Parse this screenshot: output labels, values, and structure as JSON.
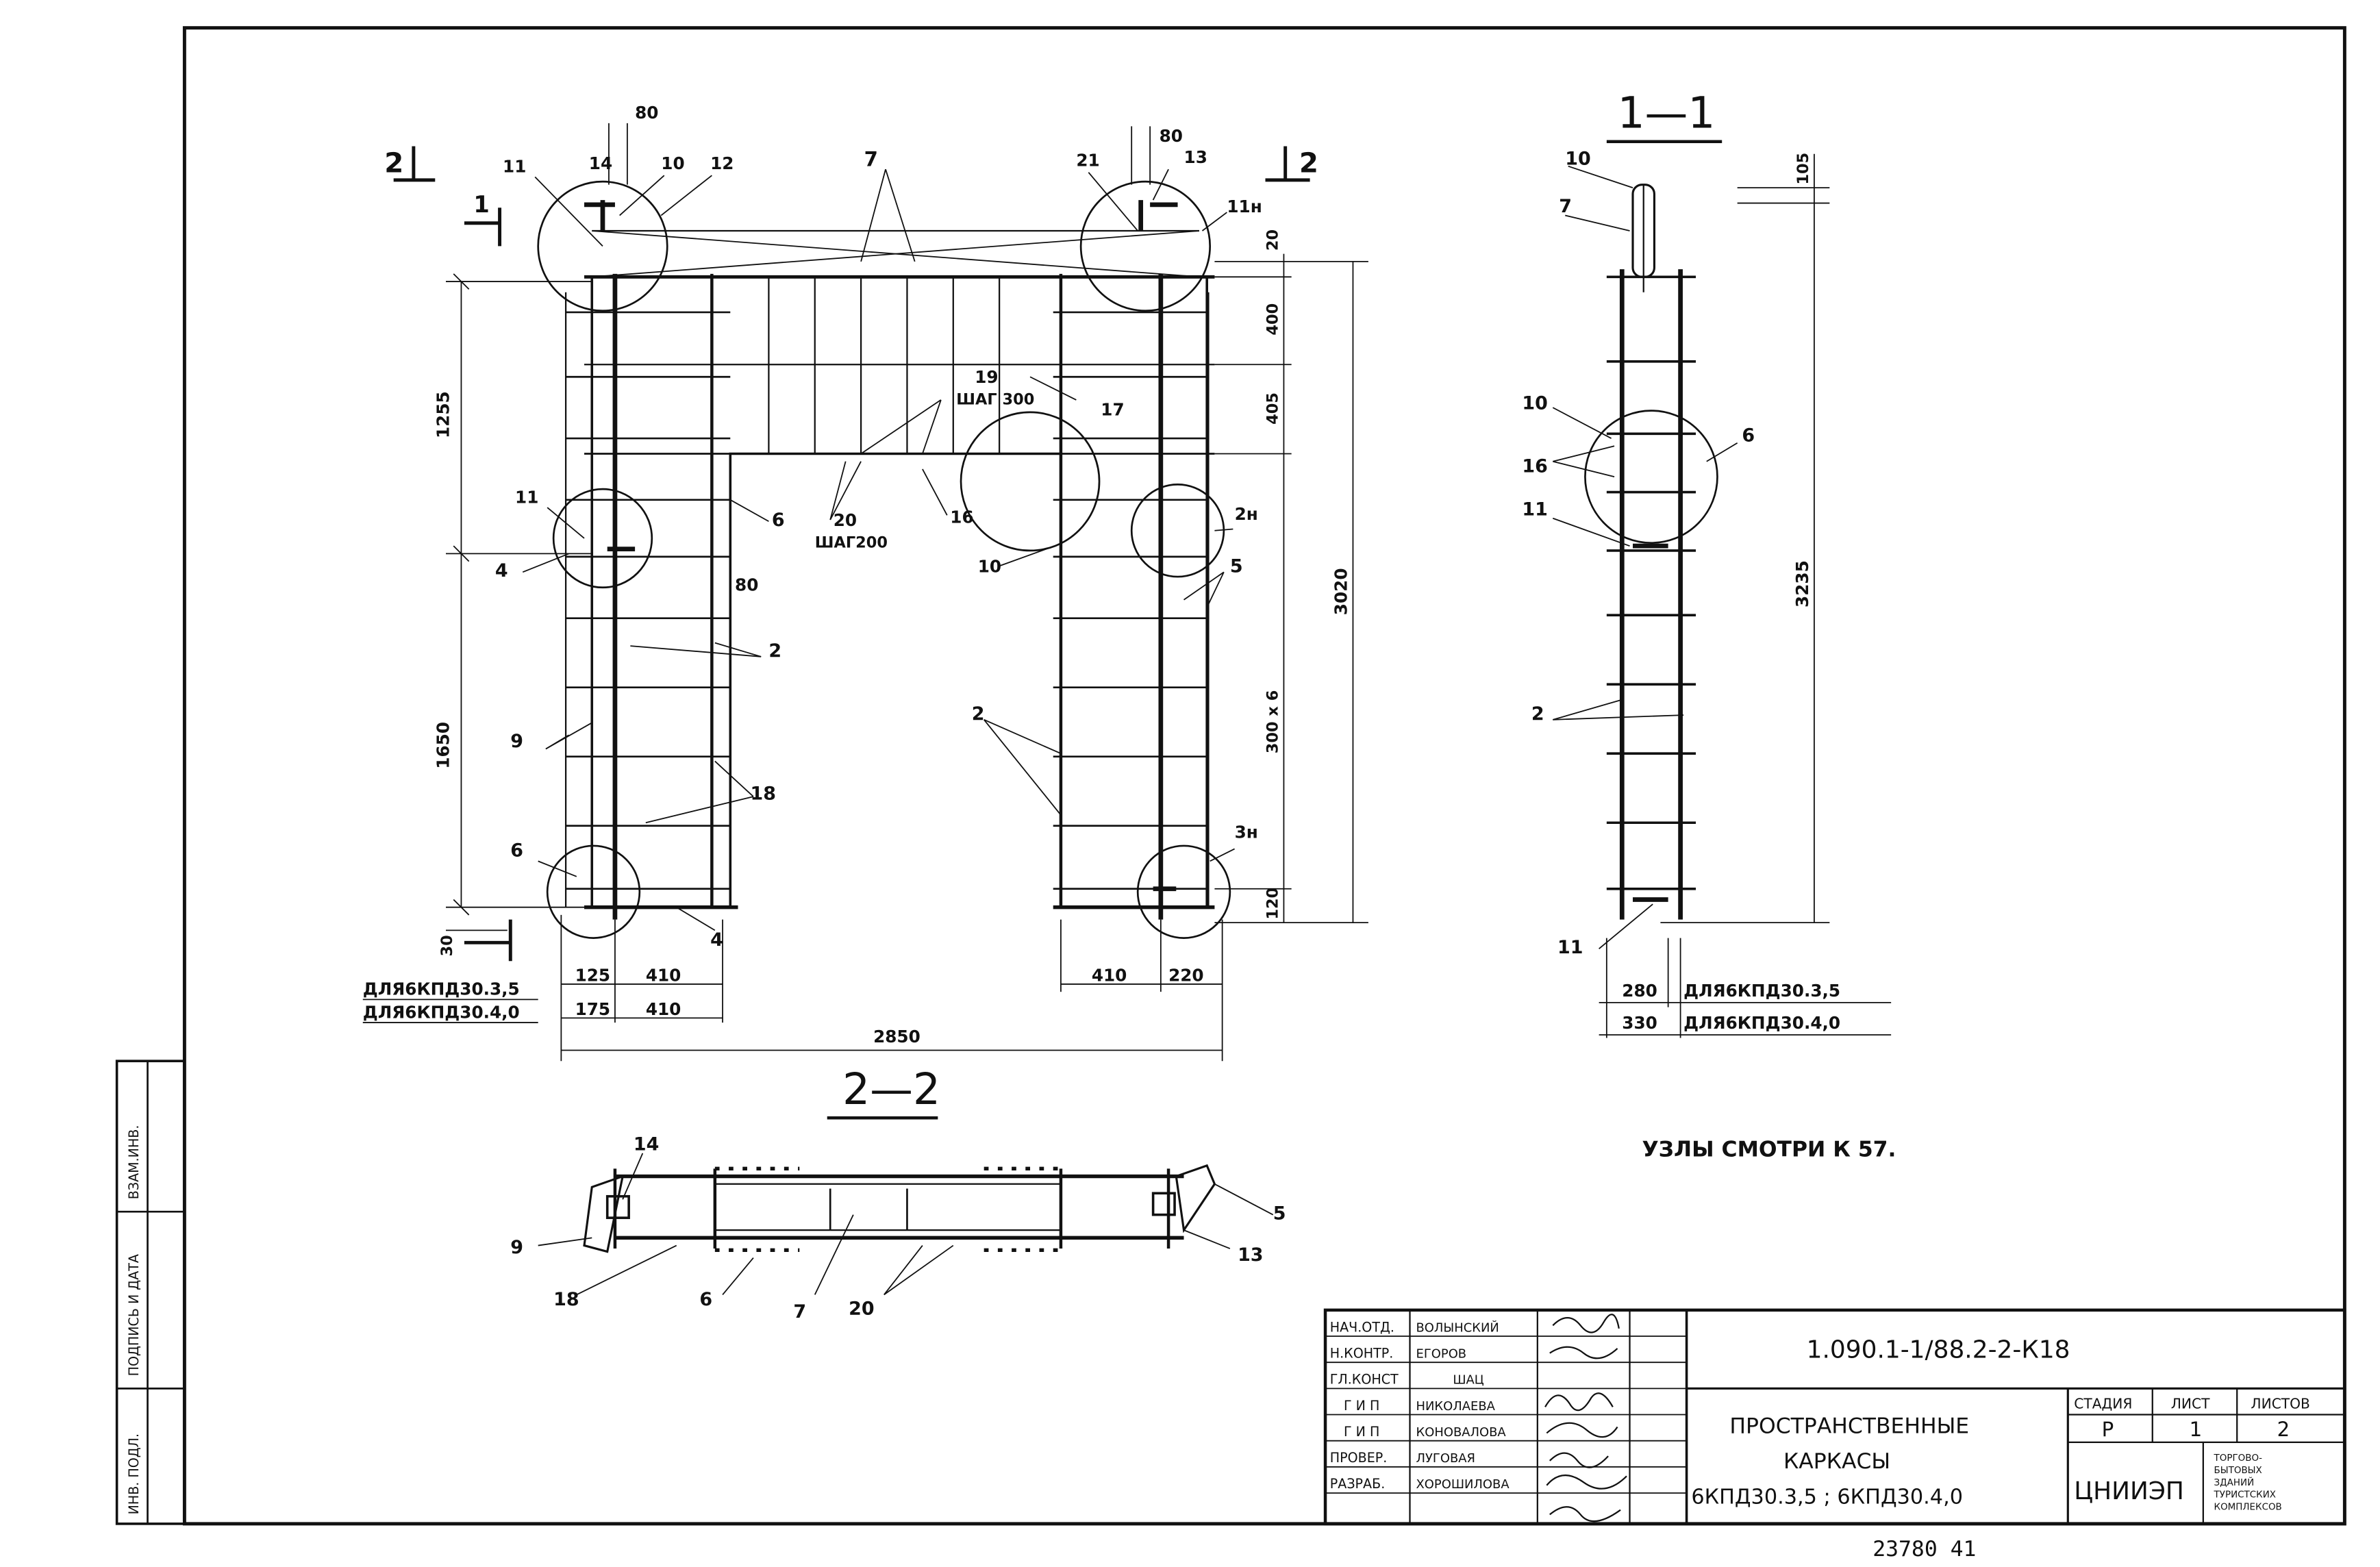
{
  "sections": {
    "s11": "1—1",
    "s22": "2—2",
    "cut1": "1",
    "cut2": "2"
  },
  "plan": {
    "dims": {
      "d80a": "80",
      "d80b": "80",
      "d80c": "80",
      "d1255": "1255",
      "d1650": "1650",
      "d30": "30",
      "d20": "20",
      "d400": "400",
      "d405": "405",
      "d300x6": "300 x 6",
      "d120": "120",
      "d3020": "3020",
      "d125": "125",
      "d175": "175",
      "d410a": "410",
      "d410b": "410",
      "d410c": "410",
      "d220": "220",
      "d2850": "2850",
      "step300": "ШАГ 300",
      "step200": "ШАГ200"
    },
    "labels": {
      "for35": "ДЛЯ6КПД30.3,5",
      "for40": "ДЛЯ6КПД30.4,0"
    },
    "callouts": {
      "c14": "14",
      "c11": "11",
      "c10": "10",
      "c12": "12",
      "c7": "7",
      "c21": "21",
      "c13": "13",
      "c11n": "11н",
      "c17": "17",
      "c19": "19",
      "c20": "20",
      "c6a": "6",
      "c16": "16",
      "c10b": "10",
      "c11b": "11",
      "c4a": "4",
      "c2a": "2",
      "c9": "9",
      "c18": "18",
      "c6b": "6",
      "c4b": "4",
      "c2n": "2н",
      "c5": "5",
      "c2b": "2",
      "c3n": "3н"
    }
  },
  "section11": {
    "c10": "10",
    "c7": "7",
    "c10b": "10",
    "c16": "16",
    "c6": "6",
    "c11": "11",
    "c2": "2",
    "c11b": "11",
    "d105": "105",
    "d3235": "3235",
    "d280": "280",
    "d330": "330",
    "for35": "ДЛЯ6КПД30.3,5",
    "for40": "ДЛЯ6КПД30.4,0"
  },
  "section22": {
    "c14": "14",
    "c9": "9",
    "c18": "18",
    "c6": "6",
    "c7": "7",
    "c20": "20",
    "c5": "5",
    "c13": "13"
  },
  "note": "УЗЛЫ СМОТРИ К 57.",
  "side_stamp": [
    "ИНВ. ПОДЛ.",
    "ПОДПИСЬ И ДАТА",
    "ВЗАМ.ИНВ."
  ],
  "title_block": {
    "roles": [
      "НАЧ.ОТД.",
      "Н.КОНТР.",
      "ГЛ.КОНСТ",
      "Г И П",
      "Г И П",
      "ПРОВЕР.",
      "РАЗРАБ."
    ],
    "names": [
      "ВОЛЫНСКИЙ",
      "ЕГОРОВ",
      "ШАЦ",
      "НИКОЛАЕВА",
      "КОНОВАЛОВА",
      "ЛУГОВАЯ",
      "ХОРОШИЛОВА"
    ],
    "doc_code": "1.090.1-1/88.2-2-К18",
    "title_lines": [
      "ПРОСТРАНСТВЕННЫЕ",
      "КАРКАСЫ",
      "6КПД30.3,5 ; 6КПД30.4,0"
    ],
    "stage_label": "СТАДИЯ",
    "sheet_label": "ЛИСТ",
    "sheets_label": "ЛИСТОВ",
    "stage": "Р",
    "sheet": "1",
    "sheets": "2",
    "org": "ЦНИИЭП",
    "org_sub": [
      "ТОРГОВО-",
      "БЫТОВЫХ",
      "ЗДАНИЙ",
      "ТУРИСТСКИХ",
      "КОМПЛЕКСОВ"
    ]
  },
  "footer_number": "23780  41"
}
